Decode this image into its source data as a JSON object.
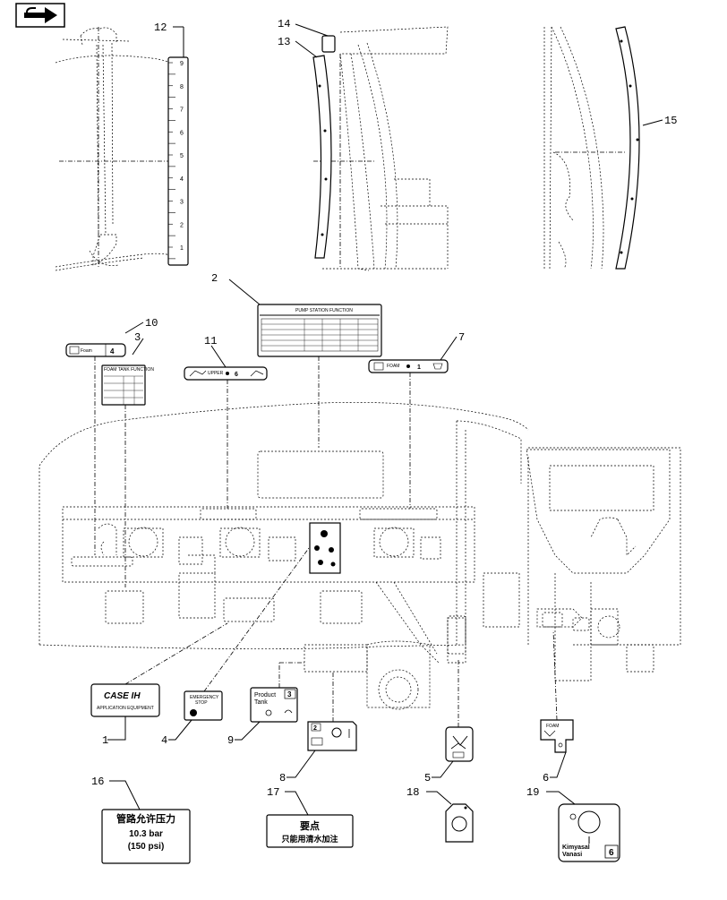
{
  "nav_icon": "next-page-arrow-icon",
  "callouts": {
    "c1": "1",
    "c2": "2",
    "c3": "3",
    "c4": "4",
    "c5": "5",
    "c6": "6",
    "c7": "7",
    "c8": "8",
    "c9": "9",
    "c10": "10",
    "c11": "11",
    "c12": "12",
    "c13": "13",
    "c14": "14",
    "c15": "15",
    "c16": "16",
    "c17": "17",
    "c18": "18",
    "c19": "19"
  },
  "decals": {
    "case_logo": "CASE IH",
    "application_equipment": "APPLICATION EQUIPMENT",
    "emergency_line1": "EMERGENCY",
    "emergency_line2": "STOP",
    "product_tank_line1": "Product",
    "product_tank_line2": "Tank",
    "product_tank_number": "3",
    "decal8_number": "2",
    "pump_station_title": "PUMP STATION FUNCTION",
    "foam_tank_title": "FOAM TANK FUNCTION",
    "decal10_number": "4",
    "decal11_number": "6",
    "decal7_number": "1",
    "pressure_cn": "管路允许压力",
    "pressure_bar": "10.3 bar",
    "pressure_psi": "(150 psi)",
    "keypoint_cn": "要点",
    "fill_cn": "只能用清水加注",
    "kimyasal_line1": "Kimyasal",
    "kimyasal_line2": "Vanasi",
    "kimyasal_number": "6"
  },
  "scale_ticks": [
    "9",
    "8",
    "7",
    "6",
    "5",
    "4",
    "3",
    "2",
    "1"
  ]
}
